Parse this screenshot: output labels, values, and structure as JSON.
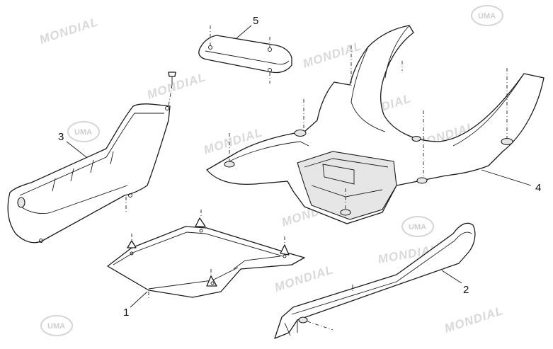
{
  "watermark": {
    "brand_text": "MONDIAL",
    "logo_text": "UMA"
  },
  "callouts": [
    {
      "id": "1",
      "label": "1"
    },
    {
      "id": "2",
      "label": "2"
    },
    {
      "id": "3",
      "label": "3"
    },
    {
      "id": "4",
      "label": "4"
    },
    {
      "id": "5",
      "label": "5"
    }
  ]
}
